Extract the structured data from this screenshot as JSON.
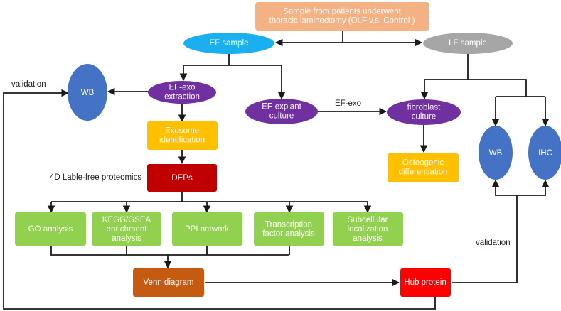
{
  "colors": {
    "peach": "#f4b183",
    "sky": "#1ab0ef",
    "grey": "#a6a6a6",
    "blue": "#4472c4",
    "purple": "#7030a0",
    "amber": "#ffc000",
    "crimson": "#c00000",
    "green": "#92d050",
    "brown": "#c55a11",
    "red": "#ff0000"
  },
  "nodes": {
    "sample": [
      "Sample from patients underwent",
      "thoracic laminectomy (OLF v.s. Control )"
    ],
    "ef_sample": [
      "EF sample"
    ],
    "lf_sample": [
      "LF sample"
    ],
    "wb_left": [
      "WB"
    ],
    "ef_exo_extraction": [
      "EF-exo",
      "extraction"
    ],
    "ef_explant": [
      "EF-explant",
      "culture"
    ],
    "fibroblast": [
      "fibroblast",
      "culture"
    ],
    "exosome_id": [
      "Exosome",
      "identification"
    ],
    "osteogenic": [
      "Osteogenic",
      "differentiation"
    ],
    "deps": [
      "DEPs"
    ],
    "wb_right": [
      "WB"
    ],
    "ihc": [
      "IHC"
    ],
    "go": [
      "GO analysis"
    ],
    "kegg": [
      "KEGG/GSEA",
      "enrichment",
      "analysis"
    ],
    "ppi": [
      "PPI network"
    ],
    "tf": [
      "Transcription",
      "factor analysis"
    ],
    "subcell": [
      "Subcellular",
      "localization",
      "analysis"
    ],
    "venn": [
      "Venn diagram"
    ],
    "hub": [
      "Hub protein"
    ]
  },
  "labels": {
    "validation_left": "validation",
    "ef_exo": "EF-exo",
    "proteomics": "4D Lable-free proteomics",
    "validation_right": "validation"
  }
}
